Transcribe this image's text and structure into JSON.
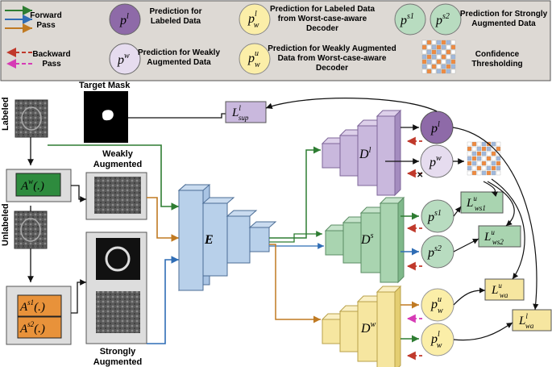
{
  "legend": {
    "forward_pass": "Forward\nPass",
    "backward_pass": "Backward\nPass",
    "items": [
      {
        "symbol_main": "p",
        "symbol_sup": "l",
        "symbol_sub": "",
        "text": "Prediction for\nLabeled Data",
        "color": "#8e6aa8"
      },
      {
        "symbol_main": "p",
        "symbol_sup": "w",
        "symbol_sub": "",
        "text": "Prediction for Weakly\nAugmented Data",
        "color": "#e6dcef"
      },
      {
        "symbol_main": "p",
        "symbol_sup": "l",
        "symbol_sub": "w",
        "text": "Prediction for Labeled Data\nfrom Worst-case-aware\nDecoder",
        "color": "#fbeea8"
      },
      {
        "symbol_main": "p",
        "symbol_sup": "u",
        "symbol_sub": "w",
        "text": "Prediction for Weakly Augmented\nData from Worst-case-aware\nDecoder",
        "color": "#fbeea8"
      },
      {
        "symbol_main": "p",
        "symbol_sup": "s1",
        "symbol_sub": "",
        "text": "",
        "color": "#b8dcc0"
      },
      {
        "symbol_main": "p",
        "symbol_sup": "s2",
        "symbol_sub": "",
        "text": "Prediction for Strongly\nAugmented Data",
        "color": "#b8dcc0"
      },
      {
        "symbol_main": "",
        "symbol_sup": "",
        "symbol_sub": "",
        "text": "Confidence\nThresholding",
        "color": ""
      }
    ]
  },
  "labels": {
    "target_mask": "Target Mask",
    "labeled": "Labeled",
    "unlabeled": "Unlabeled",
    "weakly_augmented": "Weakly\nAugmented",
    "strongly_augmented": "Strongly\nAugmented",
    "encoder": "E",
    "aug_weak": {
      "main": "A",
      "sup": "w",
      "tail": "(.)"
    },
    "aug_s1": {
      "main": "A",
      "sup": "s1",
      "tail": "(.)"
    },
    "aug_s2": {
      "main": "A",
      "sup": "s2",
      "tail": "(.)"
    }
  },
  "decoders": {
    "labeled": {
      "main": "D",
      "sup": "l"
    },
    "strong": {
      "main": "D",
      "sup": "s"
    },
    "worst": {
      "main": "D",
      "sup": "w"
    }
  },
  "predictions": {
    "pl": {
      "main": "p",
      "sup": "l",
      "sub": ""
    },
    "pw": {
      "main": "p",
      "sup": "w",
      "sub": ""
    },
    "ps1": {
      "main": "p",
      "sup": "s1",
      "sub": ""
    },
    "ps2": {
      "main": "p",
      "sup": "s2",
      "sub": ""
    },
    "pwu": {
      "main": "p",
      "sup": "u",
      "sub": "w"
    },
    "pwl": {
      "main": "p",
      "sup": "l",
      "sub": "w"
    }
  },
  "losses": {
    "sup": {
      "main": "L",
      "sup": "l",
      "sub": "sup"
    },
    "ws1": {
      "main": "L",
      "sup": "u",
      "sub": "ws1"
    },
    "ws2": {
      "main": "L",
      "sup": "u",
      "sub": "ws2"
    },
    "wa_u": {
      "main": "L",
      "sup": "u",
      "sub": "wa"
    },
    "wa_l": {
      "main": "L",
      "sup": "l",
      "sub": "wa"
    }
  },
  "colors": {
    "forward_green": "#2e7d32",
    "forward_blue": "#2f6db5",
    "forward_orange": "#c07a22",
    "backward_red": "#c0392b",
    "backward_magenta": "#d63ab5",
    "legend_bg": "#ddd9d4",
    "purple": "#c9b8dd",
    "green": "#a9d4b0",
    "yellow": "#f6e6a0",
    "blue": "#a9c4e4"
  }
}
